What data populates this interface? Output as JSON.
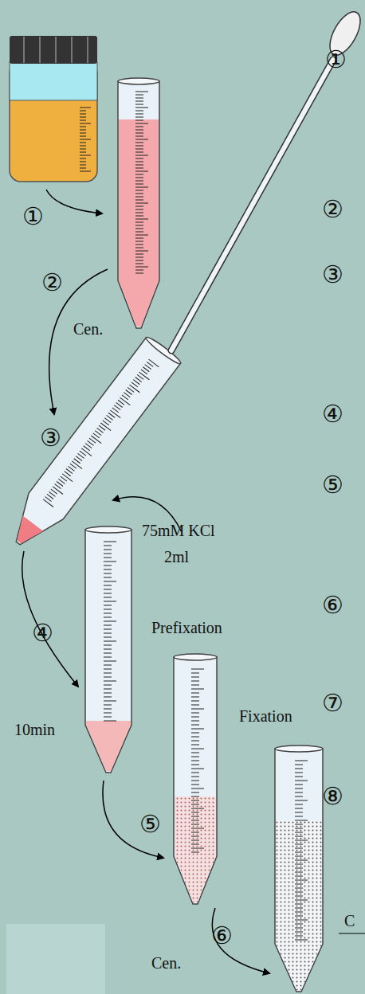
{
  "diagram": {
    "labels": [
      "①",
      "②",
      "Cen.",
      "③",
      "75mM KCl",
      "2ml",
      "④",
      "10min",
      "Prefixation",
      "⑤",
      "Fixation",
      "⑥",
      "Cen.",
      "①",
      "②",
      "③",
      "④",
      "⑤",
      "⑥",
      "⑦",
      "⑧",
      "C"
    ]
  }
}
